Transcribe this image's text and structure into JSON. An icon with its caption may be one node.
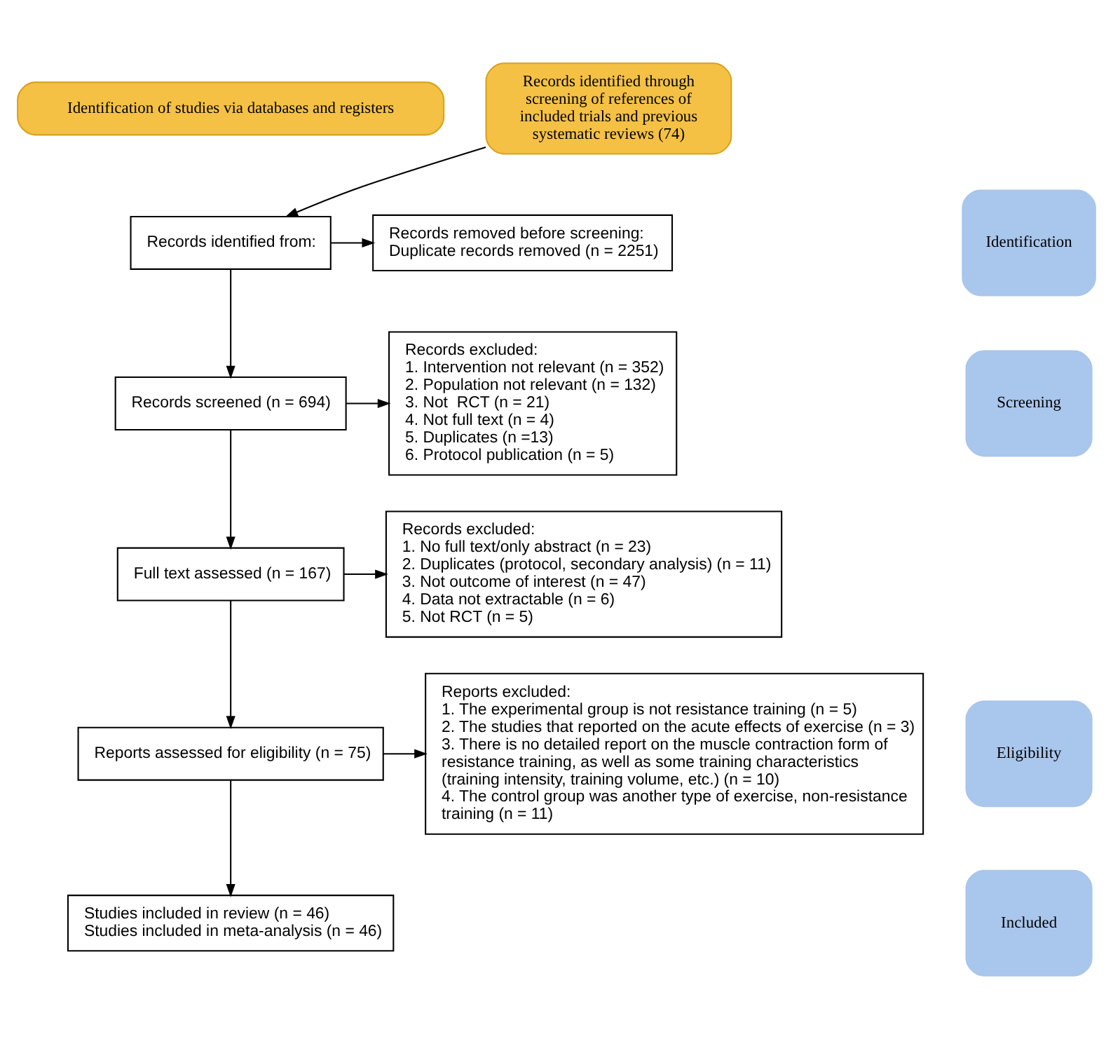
{
  "diagram": {
    "nodes": [
      {
        "text": [
          "Identification of studies via databases and registers"
        ]
      },
      {
        "text": [
          "Records identified through screening of references of included trials and previous systematic reviews (74)"
        ]
      },
      {
        "text": [
          "Identification"
        ]
      },
      {
        "text": [
          "Screening"
        ]
      },
      {
        "text": [
          "Eligibility"
        ]
      },
      {
        "text": [
          "Included"
        ]
      },
      {
        "text": [
          "Records identified from:"
        ]
      },
      {
        "text": [
          "Records removed before screening:",
          "Duplicate records removed (n = 2251)"
        ]
      },
      {
        "text": [
          "Records screened (n = 694)"
        ]
      },
      {
        "text": [
          "Records excluded:",
          "1. Intervention not relevant (n = 352)",
          "2. Population not relevant (n = 132)",
          "3. Not  RCT (n = 21)",
          "4. Not full text (n = 4)",
          "5. Duplicates (n =13)",
          "6. Protocol publication (n = 5)"
        ]
      },
      {
        "text": [
          "Full text assessed (n = 167)"
        ]
      },
      {
        "text": [
          "Records excluded:",
          "1. No full text/only abstract (n = 23)",
          "2. Duplicates (protocol, secondary analysis) (n = 11)",
          "3. Not outcome of interest (n = 47)",
          "4. Data not extractable (n = 6)",
          "5. Not RCT (n = 5)"
        ]
      },
      {
        "text": [
          "Reports assessed for eligibility (n = 75)"
        ]
      },
      {
        "text": [
          "Reports excluded:",
          "1. The experimental group is not resistance training (n = 5)",
          "2. The studies that reported on the acute effects of exercise (n = 3)",
          "3. There is no detailed report on the muscle contraction form of resistance training, as well as some training characteristics (training intensity, training volume, etc.) (n = 10)",
          "4. The control group was another type of exercise, non-resistance training (n = 11)"
        ]
      },
      {
        "text": [
          "Studies included in review (n = 46)",
          "Studies included in meta-analysis (n = 46)"
        ]
      }
    ],
    "edges": [
      {
        "from": 6,
        "to": 7,
        "arrow": "to"
      },
      {
        "from": 1,
        "to": 6,
        "arrow": "to"
      },
      {
        "from": 6,
        "to": 8,
        "arrow": "to"
      },
      {
        "from": 8,
        "to": 9,
        "arrow": "to"
      },
      {
        "from": 8,
        "to": 10,
        "arrow": "to"
      },
      {
        "from": 10,
        "to": 11,
        "arrow": "to"
      },
      {
        "from": 10,
        "to": 12,
        "arrow": "to"
      },
      {
        "from": 12,
        "to": 13,
        "arrow": "to"
      },
      {
        "from": 12,
        "to": 14,
        "arrow": "to"
      }
    ]
  }
}
